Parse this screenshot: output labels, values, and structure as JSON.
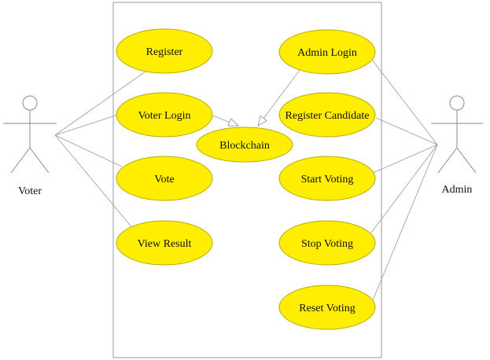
{
  "colors": {
    "usecase_fill": "#ffee00",
    "usecase_stroke": "#b8ac00",
    "line": "#9a9a9a",
    "background": "#ffffff"
  },
  "actors": {
    "voter": {
      "label": "Voter"
    },
    "admin": {
      "label": "Admin"
    }
  },
  "usecases": {
    "register": "Register",
    "voter_login": "Voter Login",
    "vote": "Vote",
    "view_result": "View Result",
    "blockchain": "Blockchain",
    "admin_login": "Admin Login",
    "register_candidate": "Register Candidate",
    "start_voting": "Start Voting",
    "stop_voting": "Stop Voting",
    "reset_voting": "Reset Voting"
  }
}
